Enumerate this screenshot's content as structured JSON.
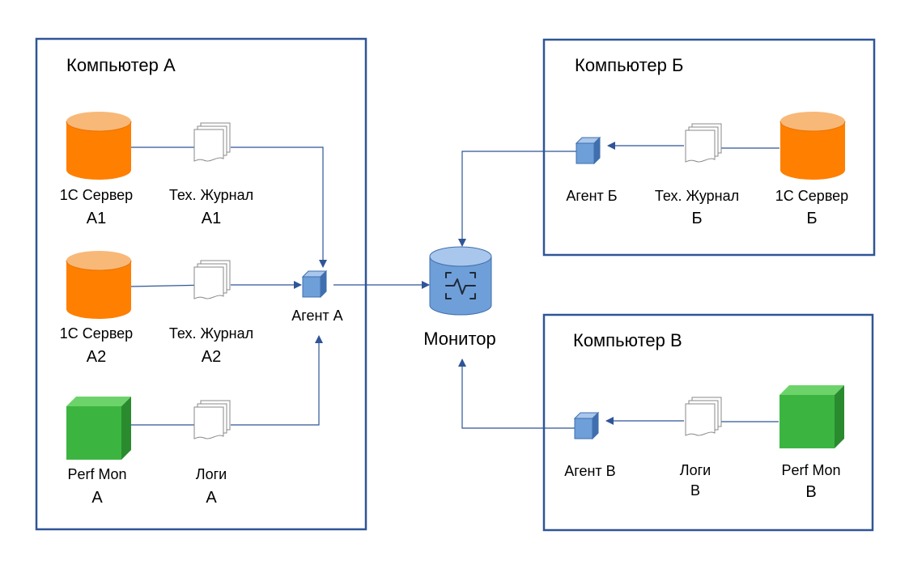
{
  "colors": {
    "frame": "#2f5597",
    "arrow": "#2f5597",
    "server_top": "#f8b878",
    "server_body": "#ff7f00",
    "cube_front": "#3cb540",
    "cube_top": "#6cd36a",
    "cube_side": "#2a8a2e",
    "agent_front": "#6f9fd8",
    "agent_top": "#a9c6ec",
    "agent_side": "#3f6fae",
    "monitor_body": "#6f9fd8",
    "monitor_top": "#a9c6ec"
  },
  "panels": {
    "a": {
      "title": "Компьютер А"
    },
    "b": {
      "title": "Компьютер Б"
    },
    "v": {
      "title": "Компьютер В"
    }
  },
  "nodes": {
    "server_a1": {
      "line1": "1С Сервер",
      "line2": "А1",
      "icon": "database-icon"
    },
    "log_a1": {
      "line1": "Тех. Журнал",
      "line2": "А1",
      "icon": "documents-icon"
    },
    "server_a2": {
      "line1": "1С Сервер",
      "line2": "А2",
      "icon": "database-icon"
    },
    "log_a2": {
      "line1": "Тех. Журнал",
      "line2": "А2",
      "icon": "documents-icon"
    },
    "perf_a": {
      "line1": "Perf Mon",
      "line2": "А",
      "icon": "cube-icon"
    },
    "logs_a": {
      "line1": "Логи",
      "line2": "А",
      "icon": "documents-icon"
    },
    "agent_a": {
      "label": "Агент А",
      "icon": "agent-cube-icon"
    },
    "monitor": {
      "label": "Монитор",
      "icon": "monitor-database-icon"
    },
    "agent_b": {
      "label": "Агент Б",
      "icon": "agent-cube-icon"
    },
    "log_b": {
      "line1": "Тех. Журнал",
      "line2": "Б",
      "icon": "documents-icon"
    },
    "server_b": {
      "line1": "1С Сервер",
      "line2": "Б",
      "icon": "database-icon"
    },
    "agent_v": {
      "label": "Агент В",
      "icon": "agent-cube-icon"
    },
    "logs_v": {
      "line1": "Логи",
      "line2": "В",
      "icon": "documents-icon"
    },
    "perf_v": {
      "line1": "Perf Mon",
      "line2": "В",
      "icon": "cube-icon"
    }
  }
}
